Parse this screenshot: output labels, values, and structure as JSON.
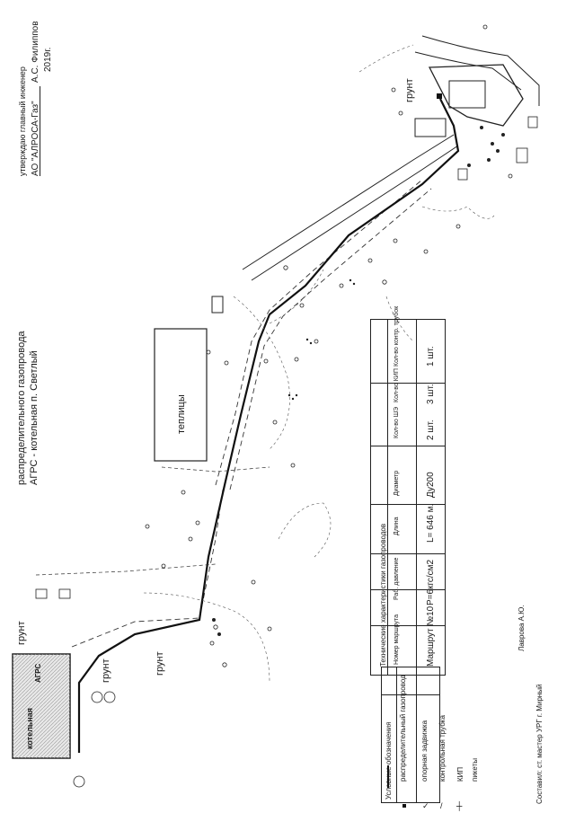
{
  "approval": {
    "line1": "утверждаю главный инженер",
    "org": "АО \"АЛРОСА-Газ\"",
    "signer": "А.С. Филиппов",
    "year": "2019г."
  },
  "title": {
    "line1": "распределительного газопровода",
    "line2": "АГРС - котельная п. Светлый"
  },
  "map_labels": {
    "teplitsa": "теплицы",
    "grunt1": "грунт",
    "grunt2": "грунт",
    "grunt3": "грунт",
    "grunt4": "грунт",
    "boiler": "котельная",
    "agrs": "АГРС"
  },
  "tech_table": {
    "title": "Технические характеристики газопроводов",
    "headers": [
      "Номер маршрута",
      "Раб. давление",
      "Длина",
      "Диаметр",
      "Кол-во ШЭ",
      "Кол-во КИП",
      "Кол-во контр. трубок"
    ],
    "row": [
      "Маршрут №10",
      "Р=6кгс/см2",
      "L= 646 м.",
      "Ду200",
      "2 шт.",
      "3 шт.",
      "1 шт."
    ]
  },
  "legend": {
    "title": "Условные обозначения",
    "items": [
      {
        "symbol": "line-icon",
        "label": "распределительный газопровод"
      },
      {
        "symbol": "square-icon",
        "label": "опорная задвижка"
      },
      {
        "symbol": "check-icon",
        "label": "контрольная трубка"
      },
      {
        "symbol": "slash-icon",
        "label": "КИП"
      },
      {
        "symbol": "picket-icon",
        "label": "пикеты"
      }
    ]
  },
  "author": "Лаврова А.Ю.",
  "composed_by": "Составил: ст. мастер УРГ г. Мирный"
}
